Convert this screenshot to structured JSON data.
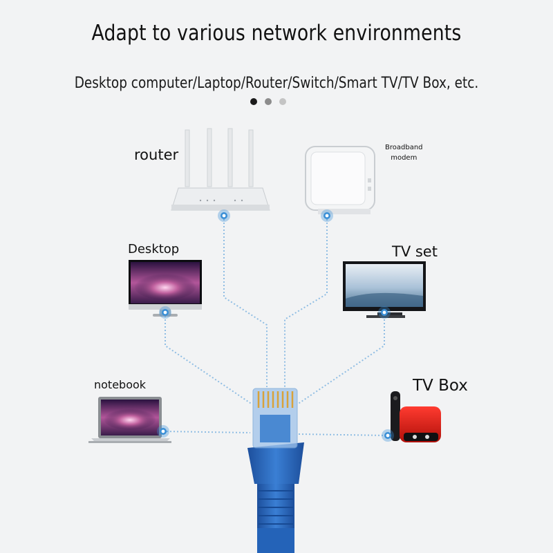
{
  "headline": "Adapt to various network environments",
  "subheadline": "Desktop computer/Laptop/Router/Switch/Smart TV/TV Box, etc.",
  "pagination": [
    {
      "state": "active",
      "color": "#1a1a1a"
    },
    {
      "state": "inactive",
      "color": "#8c8c8c"
    },
    {
      "state": "inactive",
      "color": "#c4c4c4"
    }
  ],
  "devices": {
    "router": "router",
    "modem_line1": "Broadband",
    "modem_line2": "modem",
    "desktop": "Desktop",
    "tv_set": "TV set",
    "notebook": "notebook",
    "tv_box": "TV Box"
  },
  "icons": [
    "router-icon",
    "modem-icon",
    "desktop-monitor-icon",
    "tv-icon",
    "laptop-icon",
    "tv-box-icon",
    "rj45-cable-icon"
  ],
  "colors": {
    "connector_dot": "#3a8fd6",
    "cable": "#2463b8",
    "dotted_line": "#8fbde3"
  }
}
